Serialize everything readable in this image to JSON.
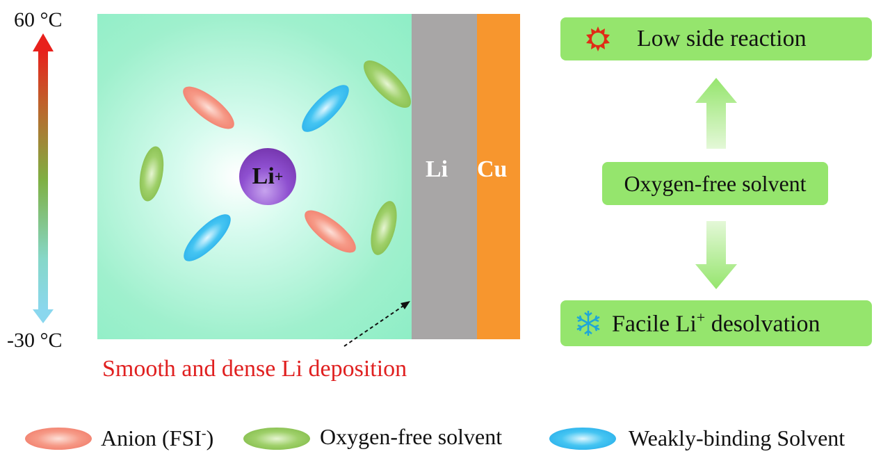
{
  "temperature_scale": {
    "high": "60 °C",
    "low": "-30 °C",
    "high_color": "#e8201c",
    "low_color": "#8ad7ee"
  },
  "electrode": {
    "li_label": "Li",
    "cu_label": "Cu",
    "ion_label": "Li",
    "ion_charge": "+"
  },
  "caption": "Smooth and dense Li deposition",
  "properties": {
    "top": {
      "icon": "sun-icon",
      "label": "Low side reaction"
    },
    "middle": {
      "label": "Oxygen-free solvent"
    },
    "bottom": {
      "icon": "snowflake-icon",
      "label_pre": "Facile Li",
      "label_sup": "+",
      "label_post": " desolvation"
    }
  },
  "legend": [
    {
      "label_pre": "Anion (FSI",
      "label_sup": "-",
      "label_post": ")",
      "color": "#f2806d"
    },
    {
      "label": "Oxygen-free solvent",
      "color": "#8fc457"
    },
    {
      "label": "Weakly-binding Solvent",
      "color": "#2fb4ee"
    }
  ]
}
